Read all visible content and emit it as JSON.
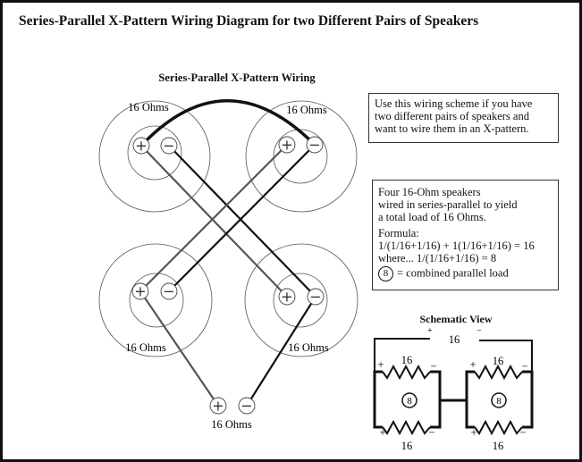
{
  "title": "Series-Parallel X-Pattern Wiring Diagram for two Different Pairs of Speakers",
  "diagram_title": "Series-Parallel X-Pattern Wiring",
  "speakers": {
    "top_left": "16 Ohms",
    "top_right": "16 Ohms",
    "bottom_left": "16 Ohms",
    "bottom_right": "16 Ohms",
    "output": "16 Ohms"
  },
  "terminals": {
    "plus": "+",
    "minus": "−"
  },
  "note_box": {
    "lines": [
      "Use this wiring scheme if you have",
      "two different pairs of speakers and",
      "want to wire them in an X-pattern."
    ]
  },
  "formula_box": {
    "lines": [
      "Four 16-Ohm speakers",
      "wired in series-parallel to yield",
      "a total load of 16 Ohms."
    ],
    "formula_label": "Formula:",
    "formula": "1/(1/16+1/16) + 1(1/16+1/16) = 16",
    "where": "where... 1/(1/16+1/16) = 8",
    "legend_symbol": "8",
    "legend_text": "= combined parallel load"
  },
  "schematic": {
    "title": "Schematic View",
    "total": "16",
    "plus": "+",
    "minus": "−",
    "resistors": [
      "16",
      "16",
      "16",
      "16"
    ],
    "combined": [
      "8",
      "8"
    ]
  }
}
